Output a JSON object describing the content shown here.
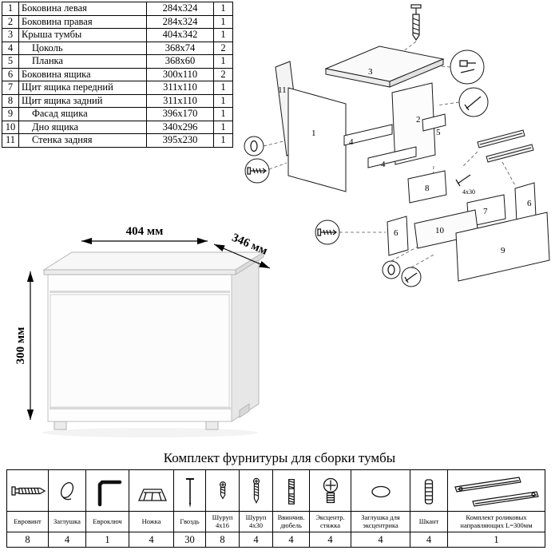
{
  "parts_table": {
    "rows": [
      {
        "num": "1",
        "name": "Боковина левая",
        "size": "284х324",
        "qty": "1"
      },
      {
        "num": "2",
        "name": "Боковина правая",
        "size": "284х324",
        "qty": "1"
      },
      {
        "num": "3",
        "name": "Крыша тумбы",
        "size": "404х342",
        "qty": "1"
      },
      {
        "num": "4",
        "name": "Цоколь",
        "size": "368х74",
        "qty": "2"
      },
      {
        "num": "5",
        "name": "Планка",
        "size": "368х60",
        "qty": "1"
      },
      {
        "num": "6",
        "name": "Боковина ящика",
        "size": "300х110",
        "qty": "2"
      },
      {
        "num": "7",
        "name": "Щит ящика передний",
        "size": "311х110",
        "qty": "1"
      },
      {
        "num": "8",
        "name": "Щит ящика задний",
        "size": "311х110",
        "qty": "1"
      },
      {
        "num": "9",
        "name": "Фасад ящика",
        "size": "396х170",
        "qty": "1"
      },
      {
        "num": "10",
        "name": "Дно ящика",
        "size": "340х296",
        "qty": "1"
      },
      {
        "num": "11",
        "name": "Стенка задняя",
        "size": "395х230",
        "qty": "1"
      }
    ]
  },
  "product": {
    "dim_width": "404 мм",
    "dim_depth": "346 мм",
    "dim_height": "300 мм"
  },
  "diagram": {
    "labels": [
      "1",
      "2",
      "3",
      "4",
      "5",
      "6",
      "7",
      "8",
      "9",
      "10",
      "11"
    ],
    "screw_note": "4х30"
  },
  "hardware": {
    "title": "Комплект фурнитуры для сборки тумбы",
    "items": [
      {
        "name": "Евровинт",
        "qty": "8"
      },
      {
        "name": "Заглушка",
        "qty": "4"
      },
      {
        "name": "Евроключ",
        "qty": "1"
      },
      {
        "name": "Ножка",
        "qty": "4"
      },
      {
        "name": "Гвоздь",
        "qty": "30"
      },
      {
        "name": "Шуруп 4х16",
        "qty": "8"
      },
      {
        "name": "Шуруп 4х30",
        "qty": "4"
      },
      {
        "name": "Ввинчив. дюбель",
        "qty": "4"
      },
      {
        "name": "Эксцентр. стяжка",
        "qty": "4"
      },
      {
        "name": "Заглушка для эксцентрика",
        "qty": "4"
      },
      {
        "name": "Шкант",
        "qty": "4"
      },
      {
        "name": "Комплект роликовых направляющих L=300мм",
        "qty": "1"
      }
    ]
  }
}
